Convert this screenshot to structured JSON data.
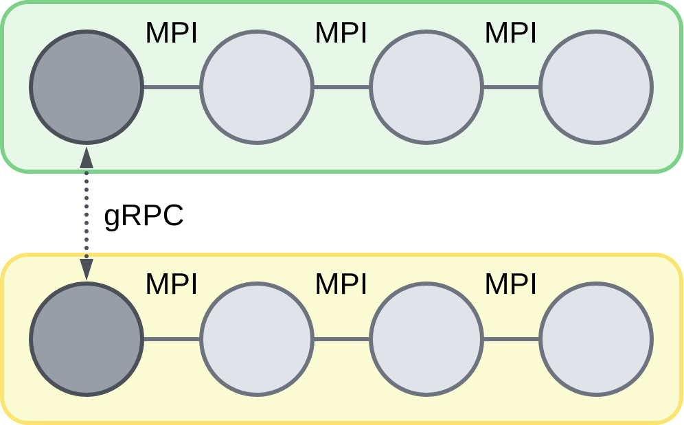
{
  "colors": {
    "group_top_fill": "#E8F8E8",
    "group_top_stroke": "#7DD087",
    "group_bottom_fill": "#FCFCD4",
    "group_bottom_stroke": "#FBE470",
    "leader_fill": "#989EA8",
    "leader_stroke": "#4B5059",
    "worker_fill": "#E0E3E9",
    "worker_stroke": "#6E747F",
    "edge": "#6E747F",
    "grpc_arrow": "#4B5059"
  },
  "groups": [
    {
      "name": "top",
      "links": [
        {
          "label": "MPI"
        },
        {
          "label": "MPI"
        },
        {
          "label": "MPI"
        }
      ]
    },
    {
      "name": "bottom",
      "links": [
        {
          "label": "MPI"
        },
        {
          "label": "MPI"
        },
        {
          "label": "MPI"
        }
      ]
    }
  ],
  "inter_group": {
    "label": "gRPC"
  }
}
